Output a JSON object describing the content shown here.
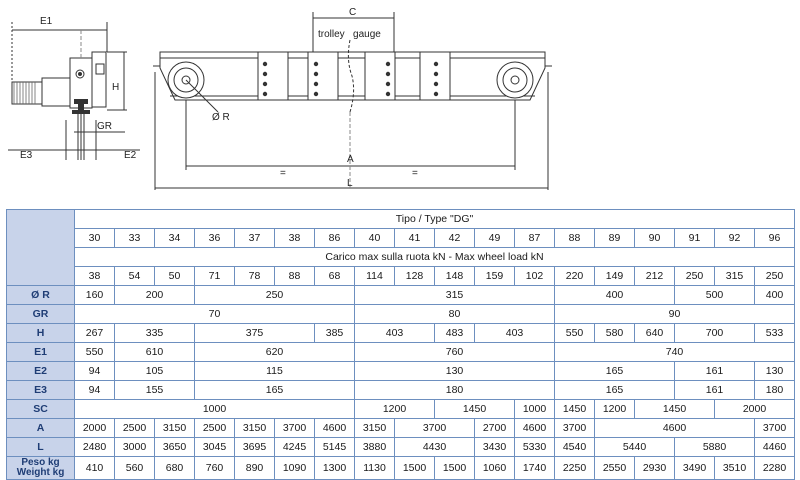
{
  "drawing": {
    "labels": {
      "e1": "E1",
      "h": "H",
      "gr": "GR",
      "e3": "E3",
      "e2": "E2",
      "c": "C",
      "trolley_gauge": "trolley   gauge",
      "r": "Ø R",
      "a": "A",
      "l": "L",
      "eq_left": "=",
      "eq_right": "="
    }
  },
  "table": {
    "header_type": "Tipo / Type \"DG\"",
    "types": [
      "30",
      "33",
      "34",
      "36",
      "37",
      "38",
      "86",
      "40",
      "41",
      "42",
      "49",
      "87",
      "88",
      "89",
      "90",
      "91",
      "92",
      "96"
    ],
    "header_load": "Carico max sulla ruota kN - Max wheel load kN",
    "loads": [
      "38",
      "54",
      "50",
      "71",
      "78",
      "88",
      "68",
      "114",
      "128",
      "148",
      "159",
      "102",
      "220",
      "149",
      "212",
      "250",
      "315",
      "250"
    ],
    "rows": [
      {
        "label": "Ø R",
        "cells": [
          {
            "v": "160",
            "s": 1
          },
          {
            "v": "200",
            "s": 2
          },
          {
            "v": "250",
            "s": 4
          },
          {
            "v": "315",
            "s": 5
          },
          {
            "v": "400",
            "s": 3
          },
          {
            "v": "500",
            "s": 2
          },
          {
            "v": "400",
            "s": 1
          }
        ]
      },
      {
        "label": "GR",
        "cells": [
          {
            "v": "70",
            "s": 7
          },
          {
            "v": "80",
            "s": 5
          },
          {
            "v": "90",
            "s": 6
          }
        ]
      },
      {
        "label": "H",
        "cells": [
          {
            "v": "267",
            "s": 1
          },
          {
            "v": "335",
            "s": 2
          },
          {
            "v": "375",
            "s": 3
          },
          {
            "v": "385",
            "s": 1
          },
          {
            "v": "403",
            "s": 2
          },
          {
            "v": "483",
            "s": 1
          },
          {
            "v": "403",
            "s": 2
          },
          {
            "v": "550",
            "s": 1
          },
          {
            "v": "580",
            "s": 1
          },
          {
            "v": "640",
            "s": 1
          },
          {
            "v": "700",
            "s": 2
          },
          {
            "v": "533",
            "s": 1
          }
        ]
      },
      {
        "label": "E1",
        "cells": [
          {
            "v": "550",
            "s": 1
          },
          {
            "v": "610",
            "s": 2
          },
          {
            "v": "620",
            "s": 4
          },
          {
            "v": "760",
            "s": 5
          },
          {
            "v": "740",
            "s": 6
          }
        ]
      },
      {
        "label": "E2",
        "cells": [
          {
            "v": "94",
            "s": 1
          },
          {
            "v": "105",
            "s": 2
          },
          {
            "v": "115",
            "s": 4
          },
          {
            "v": "130",
            "s": 5
          },
          {
            "v": "165",
            "s": 3
          },
          {
            "v": "161",
            "s": 2
          },
          {
            "v": "130",
            "s": 1
          }
        ]
      },
      {
        "label": "E3",
        "cells": [
          {
            "v": "94",
            "s": 1
          },
          {
            "v": "155",
            "s": 2
          },
          {
            "v": "165",
            "s": 4
          },
          {
            "v": "180",
            "s": 5
          },
          {
            "v": "165",
            "s": 3
          },
          {
            "v": "161",
            "s": 2
          },
          {
            "v": "180",
            "s": 1
          }
        ]
      },
      {
        "label": "SC",
        "cells": [
          {
            "v": "1000",
            "s": 7
          },
          {
            "v": "1200",
            "s": 2
          },
          {
            "v": "1450",
            "s": 2
          },
          {
            "v": "1000",
            "s": 1
          },
          {
            "v": "1450",
            "s": 1
          },
          {
            "v": "1200",
            "s": 1
          },
          {
            "v": "1450",
            "s": 2
          },
          {
            "v": "2000",
            "s": 3
          }
        ]
      },
      {
        "label": "A",
        "cells": [
          {
            "v": "2000",
            "s": 1
          },
          {
            "v": "2500",
            "s": 1
          },
          {
            "v": "3150",
            "s": 1
          },
          {
            "v": "2500",
            "s": 1
          },
          {
            "v": "3150",
            "s": 1
          },
          {
            "v": "3700",
            "s": 1
          },
          {
            "v": "4600",
            "s": 1
          },
          {
            "v": "3150",
            "s": 1
          },
          {
            "v": "3700",
            "s": 2
          },
          {
            "v": "2700",
            "s": 1
          },
          {
            "v": "4600",
            "s": 1
          },
          {
            "v": "3700",
            "s": 1
          },
          {
            "v": "4600",
            "s": 4
          },
          {
            "v": "3700",
            "s": 1
          }
        ]
      },
      {
        "label": "L",
        "cells": [
          {
            "v": "2480",
            "s": 1
          },
          {
            "v": "3000",
            "s": 1
          },
          {
            "v": "3650",
            "s": 1
          },
          {
            "v": "3045",
            "s": 1
          },
          {
            "v": "3695",
            "s": 1
          },
          {
            "v": "4245",
            "s": 1
          },
          {
            "v": "5145",
            "s": 1
          },
          {
            "v": "3880",
            "s": 1
          },
          {
            "v": "4430",
            "s": 2
          },
          {
            "v": "3430",
            "s": 1
          },
          {
            "v": "5330",
            "s": 1
          },
          {
            "v": "4540",
            "s": 1
          },
          {
            "v": "5440",
            "s": 2
          },
          {
            "v": "5880",
            "s": 2
          },
          {
            "v": "4460",
            "s": 1
          }
        ]
      },
      {
        "label": "Peso kg",
        "label2": "Weight kg",
        "cells": [
          {
            "v": "410",
            "s": 1
          },
          {
            "v": "560",
            "s": 1
          },
          {
            "v": "680",
            "s": 1
          },
          {
            "v": "760",
            "s": 1
          },
          {
            "v": "890",
            "s": 1
          },
          {
            "v": "1090",
            "s": 1
          },
          {
            "v": "1300",
            "s": 1
          },
          {
            "v": "1130",
            "s": 1
          },
          {
            "v": "1500",
            "s": 1
          },
          {
            "v": "1500",
            "s": 1
          },
          {
            "v": "1060",
            "s": 1
          },
          {
            "v": "1740",
            "s": 1
          },
          {
            "v": "2250",
            "s": 1
          },
          {
            "v": "2550",
            "s": 1
          },
          {
            "v": "2930",
            "s": 1
          },
          {
            "v": "3490",
            "s": 1
          },
          {
            "v": "3510",
            "s": 1
          },
          {
            "v": "2280",
            "s": 1
          }
        ]
      }
    ]
  }
}
